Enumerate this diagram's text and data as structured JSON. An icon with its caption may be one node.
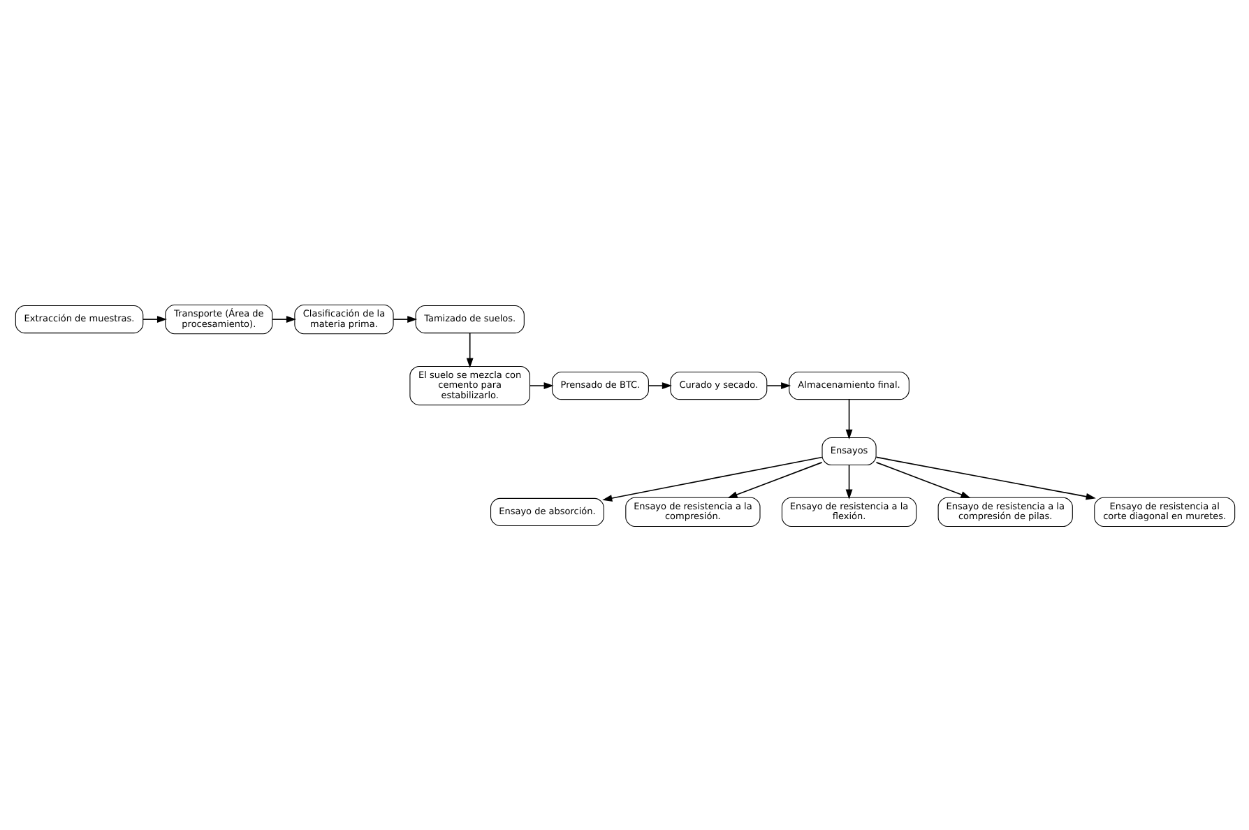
{
  "diagram": {
    "nodes": [
      {
        "text": [
          "Extracción de muestras."
        ]
      },
      {
        "text": [
          "Transporte (Área de procesamiento)."
        ]
      },
      {
        "text": [
          "Clasificación de la materia prima."
        ]
      },
      {
        "text": [
          "Tamizado de suelos."
        ]
      },
      {
        "text": [
          "El suelo se mezcla con cemento para estabilizarlo."
        ]
      },
      {
        "text": [
          "Prensado de BTC."
        ]
      },
      {
        "text": [
          "Curado y secado."
        ]
      },
      {
        "text": [
          "Almacenamiento final."
        ]
      },
      {
        "text": [
          "Ensayos"
        ]
      },
      {
        "text": [
          "Ensayo de absorción."
        ]
      },
      {
        "text": [
          "Ensayo de resistencia a la compresión."
        ]
      },
      {
        "text": [
          "Ensayo de resistencia a la flexión."
        ]
      },
      {
        "text": [
          "Ensayo de resistencia a la compresión de pilas."
        ]
      },
      {
        "text": [
          "Ensayo de resistencia al corte diagonal en muretes."
        ]
      }
    ],
    "edges": [
      {
        "from": 0,
        "to": 1,
        "arrow": "to"
      },
      {
        "from": 1,
        "to": 2,
        "arrow": "to"
      },
      {
        "from": 2,
        "to": 3,
        "arrow": "to"
      },
      {
        "from": 3,
        "to": 4,
        "arrow": "to"
      },
      {
        "from": 4,
        "to": 5,
        "arrow": "to"
      },
      {
        "from": 5,
        "to": 6,
        "arrow": "to"
      },
      {
        "from": 6,
        "to": 7,
        "arrow": "to"
      },
      {
        "from": 7,
        "to": 8,
        "arrow": "to"
      },
      {
        "from": 8,
        "to": 9,
        "arrow": "to"
      },
      {
        "from": 8,
        "to": 10,
        "arrow": "to"
      },
      {
        "from": 8,
        "to": 11,
        "arrow": "to"
      },
      {
        "from": 8,
        "to": 12,
        "arrow": "to"
      },
      {
        "from": 8,
        "to": 13,
        "arrow": "to"
      }
    ]
  }
}
